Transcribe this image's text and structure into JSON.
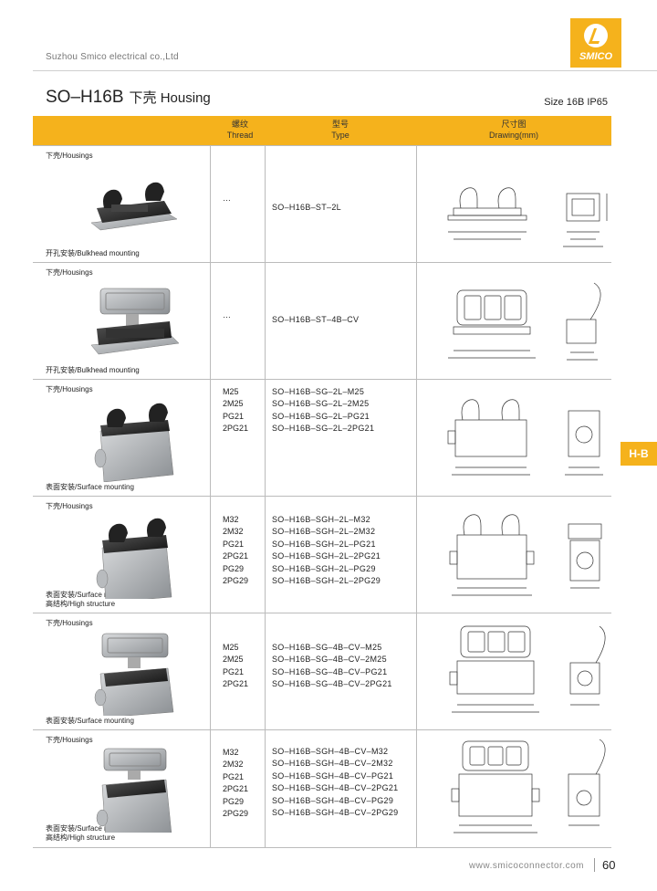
{
  "header": {
    "company": "Suzhou Smico electrical co.,Ltd",
    "logo_text": "SMICO"
  },
  "title": {
    "main": "SO–H16B",
    "sub": "下壳 Housing",
    "size": "Size 16B IP65"
  },
  "table": {
    "headers": [
      {
        "cn": "螺纹",
        "en": "Thread"
      },
      {
        "cn": "型号",
        "en": "Type"
      },
      {
        "cn": "尺寸图",
        "en": "Drawing(mm)"
      }
    ],
    "rows": [
      {
        "label_top": "下壳/Housings",
        "label_bottom": [
          "开孔安装/Bulkhead mounting"
        ],
        "threads": [
          "…"
        ],
        "types": [
          "SO–H16B–ST–2L"
        ]
      },
      {
        "label_top": "下壳/Housings",
        "label_bottom": [
          "开孔安装/Bulkhead mounting"
        ],
        "threads": [
          "…"
        ],
        "types": [
          "SO–H16B–ST–4B–CV"
        ]
      },
      {
        "label_top": "下壳/Housings",
        "label_bottom": [
          "表面安装/Surface mounting"
        ],
        "threads": [
          "M25",
          "2M25",
          "PG21",
          "2PG21"
        ],
        "types": [
          "SO–H16B–SG–2L–M25",
          "SO–H16B–SG–2L–2M25",
          "SO–H16B–SG–2L–PG21",
          "SO–H16B–SG–2L–2PG21"
        ]
      },
      {
        "label_top": "下壳/Housings",
        "label_bottom": [
          "表面安装/Surface mounting",
          "高结构/High structure"
        ],
        "threads": [
          "M32",
          "2M32",
          "PG21",
          "2PG21",
          "PG29",
          "2PG29"
        ],
        "types": [
          "SO–H16B–SGH–2L–M32",
          "SO–H16B–SGH–2L–2M32",
          "SO–H16B–SGH–2L–PG21",
          "SO–H16B–SGH–2L–2PG21",
          "SO–H16B–SGH–2L–PG29",
          "SO–H16B–SGH–2L–2PG29"
        ]
      },
      {
        "label_top": "下壳/Housings",
        "label_bottom": [
          "表面安装/Surface mounting"
        ],
        "threads": [
          "M25",
          "2M25",
          "PG21",
          "2PG21"
        ],
        "types": [
          "SO–H16B–SG–4B–CV–M25",
          "SO–H16B–SG–4B–CV–2M25",
          "SO–H16B–SG–4B–CV–PG21",
          "SO–H16B–SG–4B–CV–2PG21"
        ]
      },
      {
        "label_top": "下壳/Housings",
        "label_bottom": [
          "表面安装/Surface mounting",
          "高结构/High structure"
        ],
        "threads": [
          "M32",
          "2M32",
          "PG21",
          "2PG21",
          "PG29",
          "2PG29"
        ],
        "types": [
          "SO–H16B–SGH–4B–CV–M32",
          "SO–H16B–SGH–4B–CV–2M32",
          "SO–H16B–SGH–4B–CV–PG21",
          "SO–H16B–SGH–4B–CV–2PG21",
          "SO–H16B–SGH–4B–CV–PG29",
          "SO–H16B–SGH–4B–CV–2PG29"
        ]
      }
    ]
  },
  "side_tab": "H-B",
  "footer": {
    "url": "www.smicoconnector.com",
    "page": "60"
  },
  "colors": {
    "accent": "#f5b21c"
  }
}
